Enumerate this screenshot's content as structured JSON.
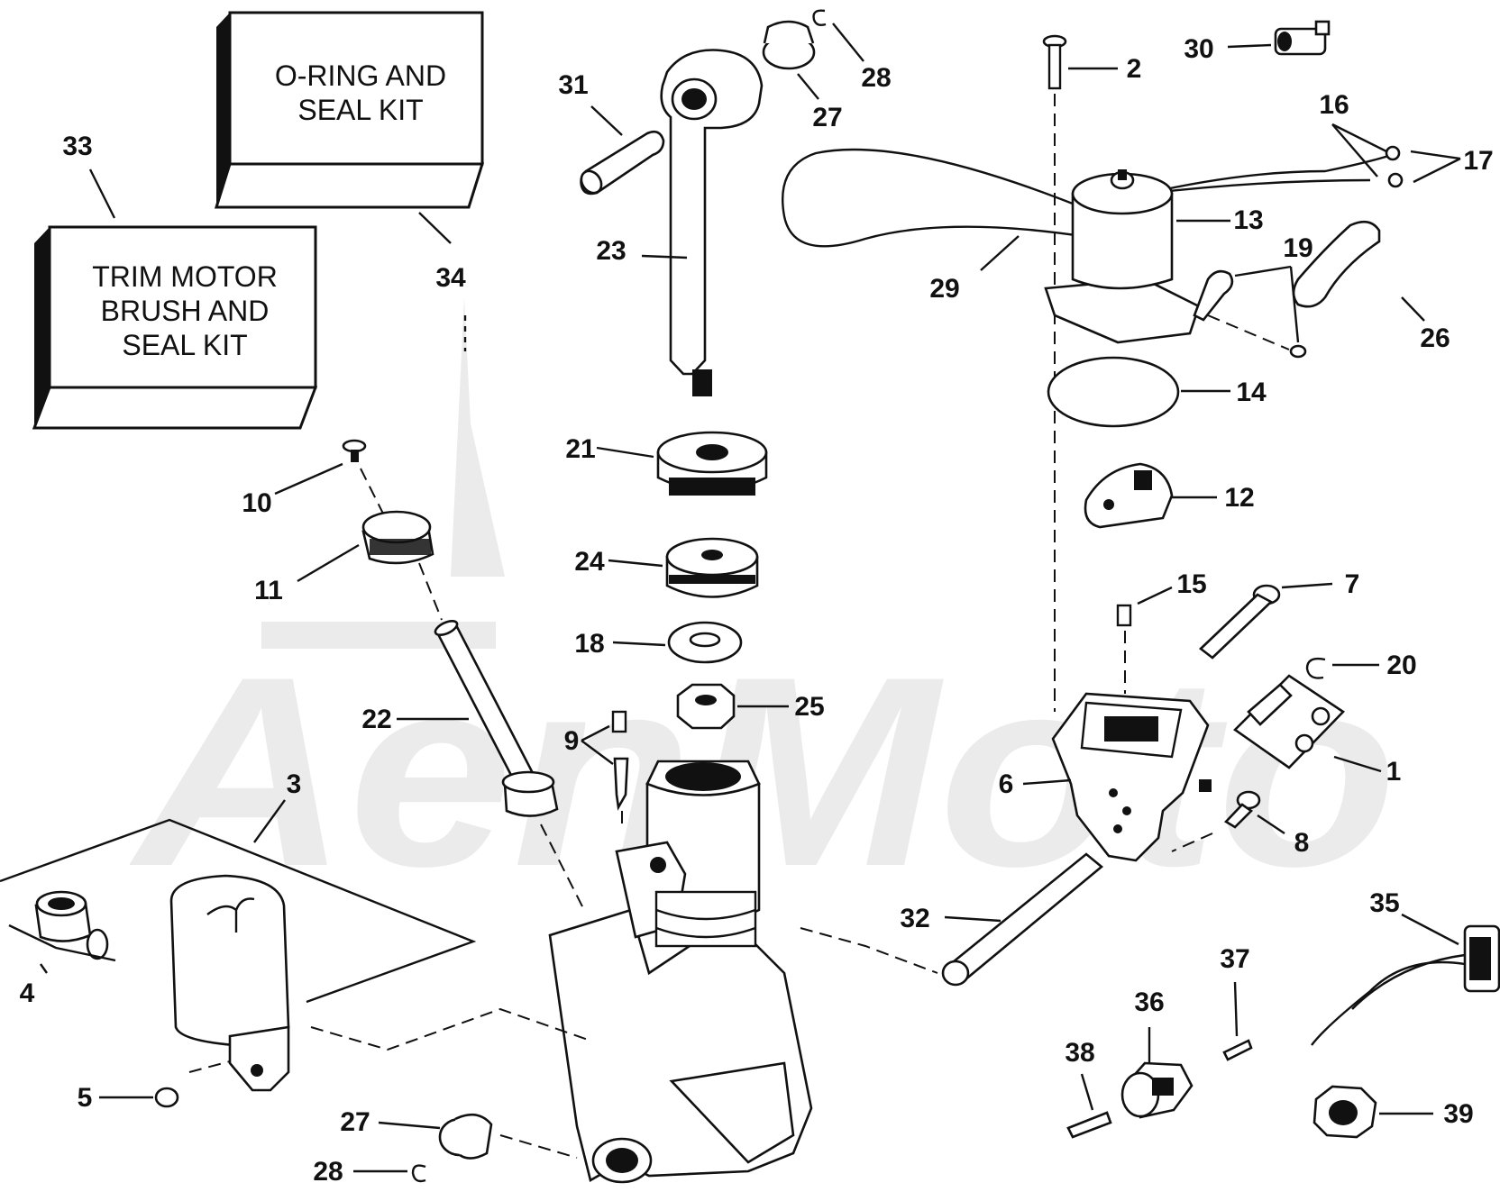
{
  "kits": {
    "seal_kit": {
      "number": "34",
      "line1": "O-RING AND",
      "line2": "SEAL KIT"
    },
    "brush_kit": {
      "number": "33",
      "line1": "TRIM MOTOR",
      "line2": "BRUSH AND",
      "line3": "SEAL KIT"
    }
  },
  "watermark": {
    "text": "AenMoto"
  },
  "callouts": {
    "c1": "1",
    "c2": "2",
    "c3": "3",
    "c4": "4",
    "c5": "5",
    "c6": "6",
    "c7": "7",
    "c8": "8",
    "c9": "9",
    "c10": "10",
    "c11": "11",
    "c12": "12",
    "c13": "13",
    "c14": "14",
    "c15": "15",
    "c16": "16",
    "c17": "17",
    "c18": "18",
    "c19": "19",
    "c20": "20",
    "c21": "21",
    "c22": "22",
    "c23": "23",
    "c24": "24",
    "c25": "25",
    "c26": "26",
    "c27a": "27",
    "c27b": "27",
    "c28a": "28",
    "c28b": "28",
    "c29": "29",
    "c30": "30",
    "c31": "31",
    "c32": "32",
    "c35": "35",
    "c36": "36",
    "c37": "37",
    "c38": "38",
    "c39": "39"
  }
}
